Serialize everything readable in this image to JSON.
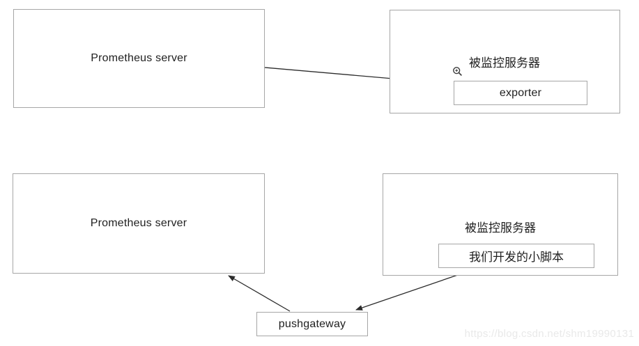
{
  "diagram": {
    "nodes": {
      "prometheus_top": {
        "label": "Prometheus server"
      },
      "monitored_top": {
        "label": "被监控服务器",
        "inner": "exporter"
      },
      "prometheus_bottom": {
        "label": "Prometheus server"
      },
      "monitored_bottom": {
        "label": "被监控服务器",
        "inner": "我们开发的小脚本"
      },
      "pushgateway": {
        "label": "pushgateway"
      }
    },
    "connections": [
      {
        "from": "prometheus_top",
        "to": "exporter"
      },
      {
        "from": "exporter",
        "to": "monitored_top_label"
      },
      {
        "from": "our_script",
        "to": "monitored_bottom_label"
      },
      {
        "from": "our_script",
        "to": "pushgateway"
      },
      {
        "from": "pushgateway",
        "to": "prometheus_bottom"
      }
    ],
    "icons": {
      "zoom_cursor": "magnifier-plus"
    },
    "watermark": "https://blog.csdn.net/shm19990131",
    "colors": {
      "background": "#ffffff",
      "box_border": "#a6a6a6",
      "text": "#1f1f1f",
      "arrow": "#2b2b2b",
      "watermark": "#e9e9e9"
    }
  }
}
